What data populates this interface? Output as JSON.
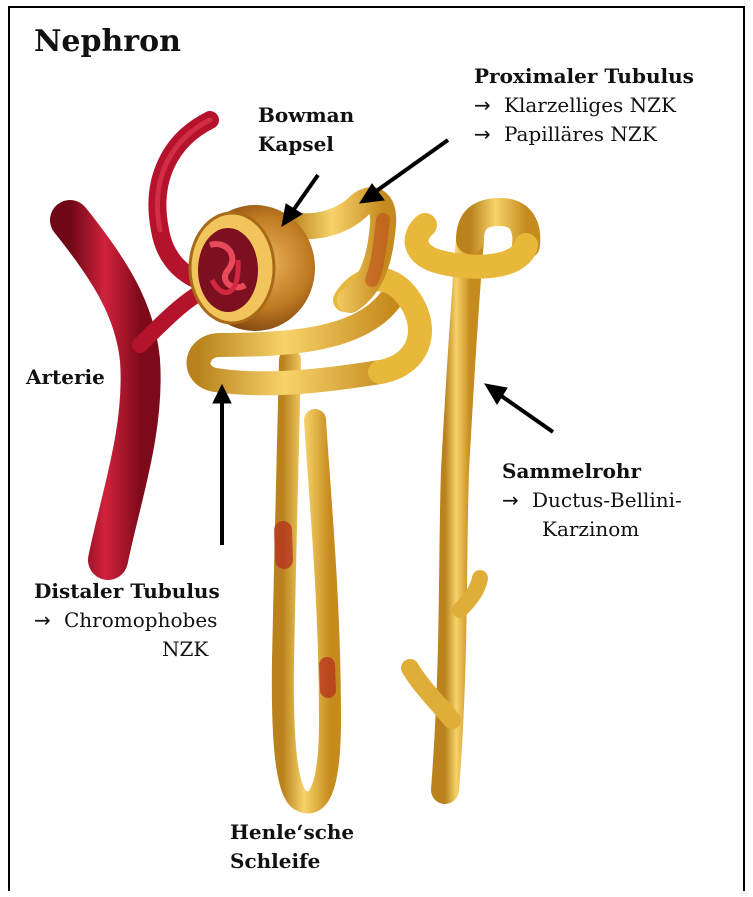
{
  "title": "Nephron",
  "labels": {
    "bowman": [
      "Bowman",
      "Kapsel"
    ],
    "proximal": {
      "heading": "Proximaler Tubulus",
      "items": [
        "Klarzelliges NZK",
        "Papilläres NZK"
      ]
    },
    "arterie": "Arterie",
    "sammelrohr": {
      "heading": "Sammelrohr",
      "items": [
        "Ductus-Bellini-",
        "Karzinom"
      ]
    },
    "distal": {
      "heading": "Distaler Tubulus",
      "items": [
        "Chromophobes",
        "NZK"
      ]
    },
    "henle": [
      "Henle‘sche",
      "Schleife"
    ]
  },
  "arrow_symbol": "→",
  "colors": {
    "tubule": "#e8b83a",
    "tubule_dark": "#b9821c",
    "artery": "#b5122b",
    "artery_dark": "#6e0716",
    "capsule": "#c98a24"
  }
}
